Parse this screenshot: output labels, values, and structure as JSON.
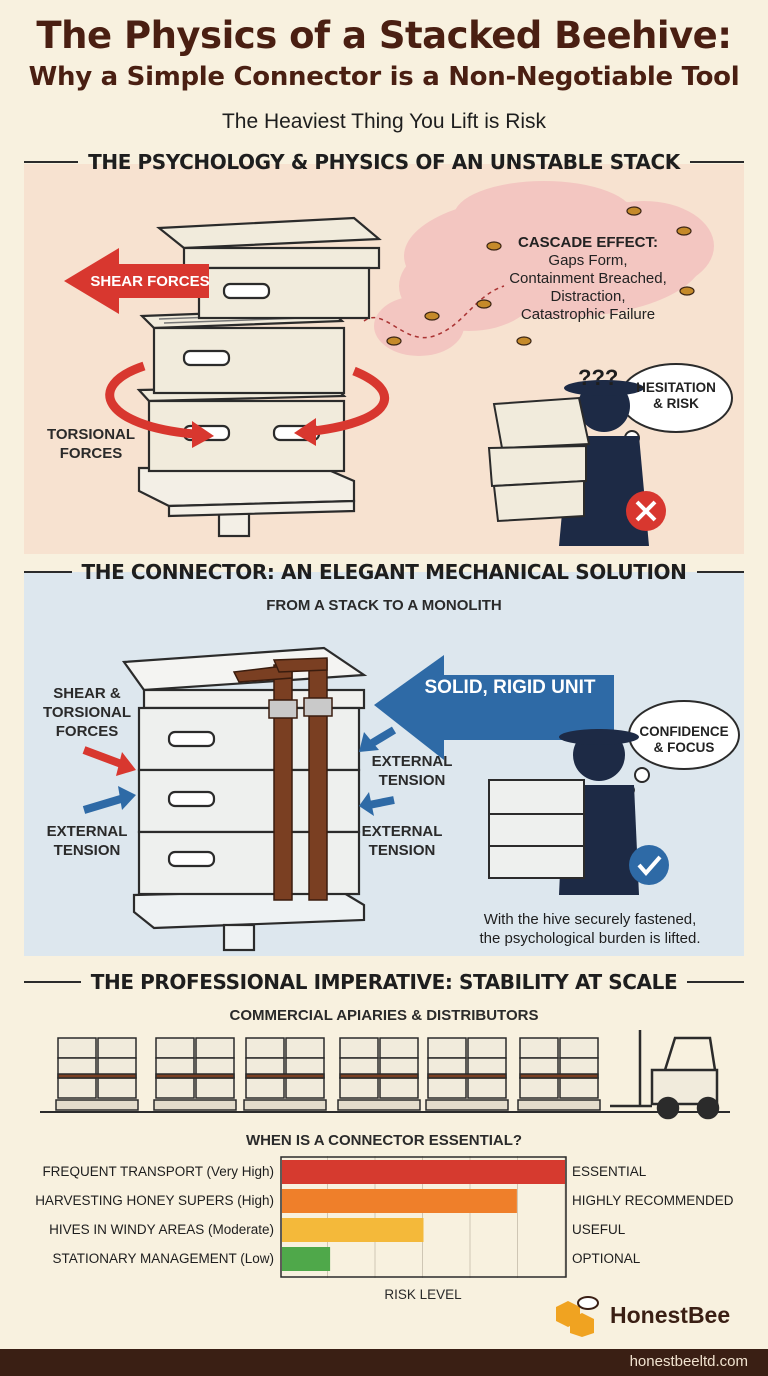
{
  "header": {
    "title_line1": "The Physics of a Stacked Beehive:",
    "title_line2": "Why a Simple Connector is a Non-Negotiable Tool",
    "subtitle": "The Heaviest Thing You Lift is Risk"
  },
  "section1": {
    "heading": "THE PSYCHOLOGY & PHYSICS OF AN UNSTABLE STACK",
    "shear_label": "SHEAR FORCES",
    "torsional_label_1": "TORSIONAL",
    "torsional_label_2": "FORCES",
    "cascade_title": "CASCADE EFFECT:",
    "cascade_lines": [
      "Gaps Form,",
      "Containment Breached,",
      "Distraction,",
      "Catastrophic Failure"
    ],
    "question_marks": "???",
    "thought_1": "HESITATION",
    "thought_2": "& RISK"
  },
  "section2": {
    "heading": "THE CONNECTOR: AN ELEGANT MECHANICAL SOLUTION",
    "subheading": "FROM A STACK TO A MONOLITH",
    "solid_label": "SOLID, RIGID UNIT",
    "shear_label_1": "SHEAR &",
    "shear_label_2": "TORSIONAL",
    "shear_label_3": "FORCES",
    "ext_left_1": "EXTERNAL",
    "ext_left_2": "TENSION",
    "ext_right_top_1": "EXTERNAL",
    "ext_right_top_2": "TENSION",
    "ext_right_bot_1": "EXTERNAL",
    "ext_right_bot_2": "TENSION",
    "thought_1": "CONFIDENCE",
    "thought_2": "& FOCUS",
    "caption_1": "With the hive securely fastened,",
    "caption_2": "the psychological burden is lifted."
  },
  "section3": {
    "heading": "THE PROFESSIONAL IMPERATIVE: STABILITY AT SCALE",
    "subheading": "COMMERCIAL APIARIES & DISTRIBUTORS"
  },
  "chart_data": {
    "type": "bar",
    "orientation": "horizontal",
    "title": "WHEN IS A CONNECTOR ESSENTIAL?",
    "xlabel": "RISK LEVEL",
    "categories": [
      "FREQUENT TRANSPORT (Very High)",
      "HARVESTING HONEY SUPERS (High)",
      "HIVES IN WINDY AREAS (Moderate)",
      "STATIONARY MANAGEMENT (Low)"
    ],
    "values": [
      100,
      83,
      50,
      17
    ],
    "xlim": [
      0,
      100
    ],
    "level_labels": [
      "ESSENTIAL",
      "HIGHLY RECOMMENDED",
      "USEFUL",
      "OPTIONAL"
    ],
    "colors": [
      "#d63a2f",
      "#ef7f2a",
      "#f4b93a",
      "#4fa84a"
    ],
    "grid": true
  },
  "footer": {
    "brand": "HonestBee",
    "url": "honestbeeltd.com"
  }
}
